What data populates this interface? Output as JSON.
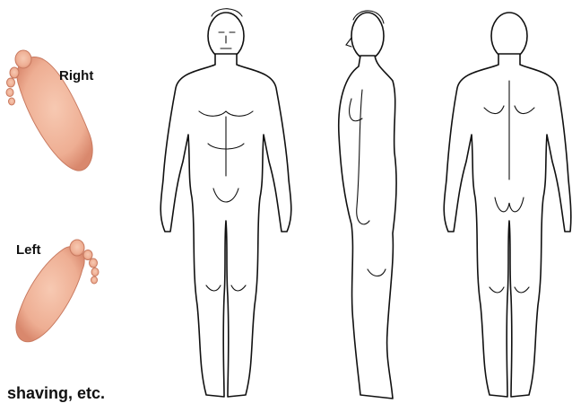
{
  "labels": {
    "right_foot": "Right",
    "left_foot": "Left",
    "caption": "shaving, etc."
  },
  "colors": {
    "skin": "#f2b49a",
    "skin_shadow": "#d9886d",
    "outline": "#111111"
  }
}
